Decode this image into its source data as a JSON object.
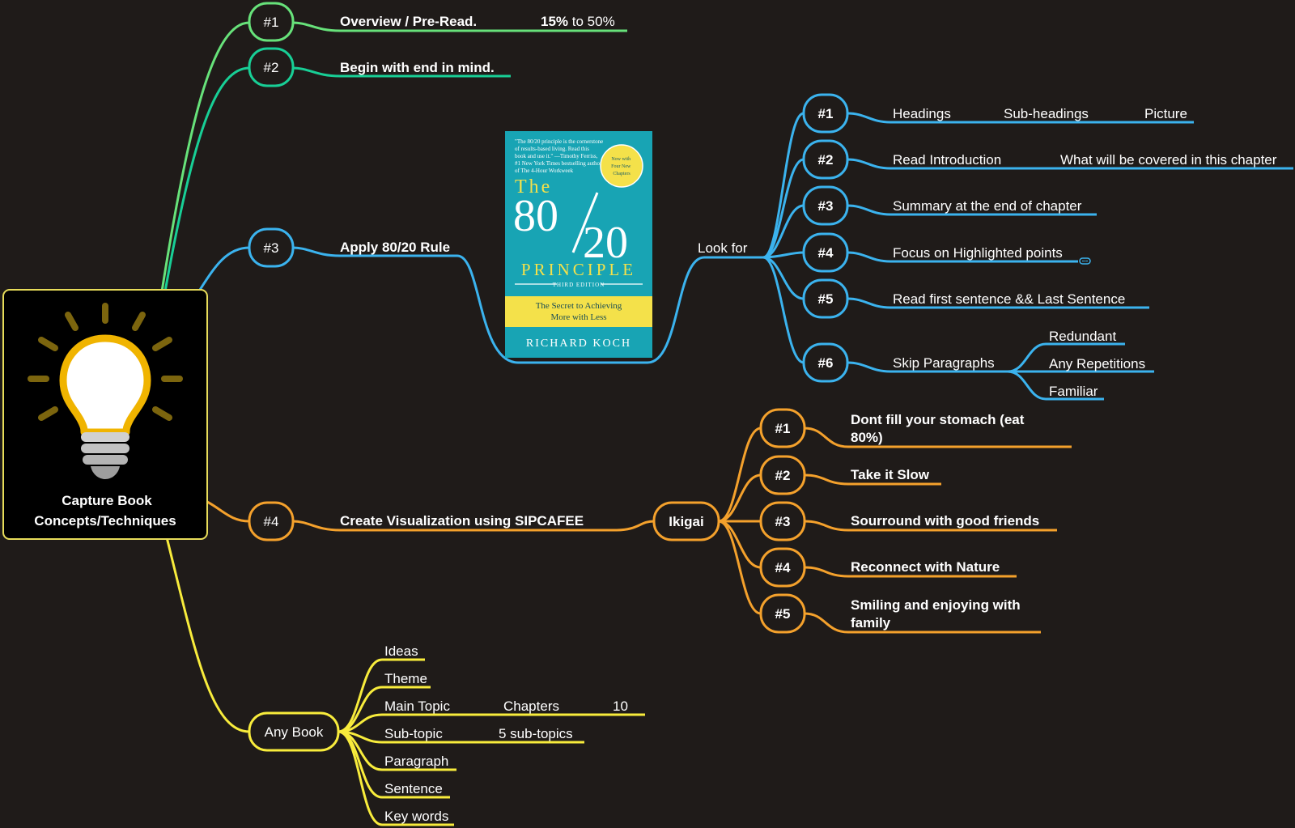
{
  "colors": {
    "background": "#1f1b19",
    "green": "#67e27a",
    "teal": "#18cf96",
    "blue": "#3bb3ee",
    "orange": "#f4a12c",
    "yellow": "#f8ec3c",
    "root_border": "#e8dd5a",
    "book_teal": "#18a4b4",
    "book_yellow": "#f4e14a"
  },
  "root": {
    "title_line1": "Capture Book",
    "title_line2": "Concepts/Techniques",
    "icon": "lightbulb-icon"
  },
  "branch1": {
    "tag": "#1",
    "label": "Overview / Pre-Read.",
    "pct_bold": "15%",
    "pct_rest": "to 50%"
  },
  "branch2": {
    "tag": "#2",
    "label": "Begin with end in mind."
  },
  "branch3": {
    "tag": "#3",
    "label": "Apply 80/20 Rule",
    "book": {
      "blurb": [
        "\"The 80/20 principle is the cornerstone",
        "of results-based living. Read this",
        "book and use it.\" —Timothy Ferriss,",
        "#1 New York Times bestselling author",
        "of The 4-Hour Workweek"
      ],
      "seal": [
        "Now with",
        "Four New",
        "Chapters"
      ],
      "the": "The",
      "eighty": "80",
      "twenty": "20",
      "principle": "Principle",
      "edition": "Third Edition",
      "subtitle_line1": "The Secret to Achieving",
      "subtitle_line2": "More with Less",
      "author": "Richard Koch"
    },
    "look_for": "Look for",
    "items": [
      {
        "tag": "#1",
        "label": "Headings",
        "extras": [
          "Sub-headings",
          "Picture"
        ]
      },
      {
        "tag": "#2",
        "label": "Read Introduction",
        "extras": [
          "What will be covered in this chapter"
        ]
      },
      {
        "tag": "#3",
        "label": "Summary at the end of chapter",
        "extras": []
      },
      {
        "tag": "#4",
        "label": "Focus on Highlighted points",
        "extras": []
      },
      {
        "tag": "#5",
        "label": "Read first sentence && Last Sentence",
        "extras": []
      },
      {
        "tag": "#6",
        "label": "Skip Paragraphs",
        "children": [
          "Redundant",
          "Any Repetitions",
          "Familiar"
        ]
      }
    ]
  },
  "branch4": {
    "tag": "#4",
    "label": "Create Visualization using SIPCAFEE",
    "hub": "Ikigai",
    "items": [
      {
        "tag": "#1",
        "line1": "Dont fill your stomach (eat",
        "line2": "80%)"
      },
      {
        "tag": "#2",
        "line1": "Take it Slow",
        "line2": ""
      },
      {
        "tag": "#3",
        "line1": "Sourround with good friends",
        "line2": ""
      },
      {
        "tag": "#4",
        "line1": "Reconnect with Nature",
        "line2": ""
      },
      {
        "tag": "#5",
        "line1": "Smiling and enjoying with",
        "line2": "family"
      }
    ]
  },
  "branch5": {
    "label": "Any Book",
    "items": [
      "Ideas",
      "Theme",
      "Main Topic",
      "Sub-topic",
      "Paragraph",
      "Sentence",
      "Key words"
    ],
    "main_topic_extras": [
      "Chapters",
      "10"
    ],
    "sub_topic_extra": "5 sub-topics"
  }
}
